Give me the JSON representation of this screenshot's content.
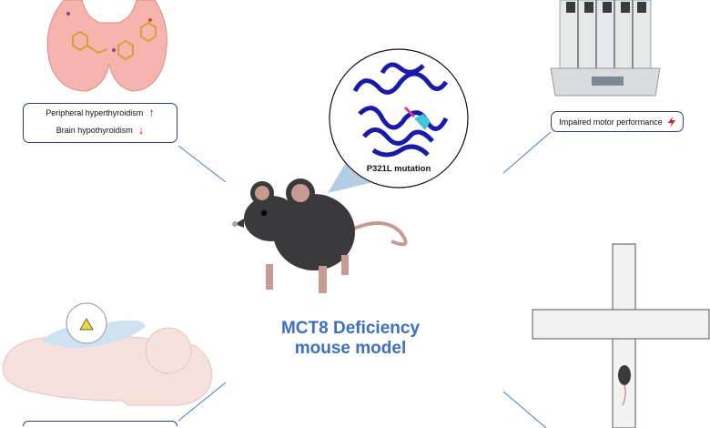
{
  "title": {
    "line1": "MCT8 Deficiency",
    "line2": "mouse model"
  },
  "protein": {
    "label": "P321L mutation"
  },
  "thyroid_box": {
    "items": [
      {
        "label": "Peripheral hyperthyroidism",
        "direction": "up",
        "symbol": "↑"
      },
      {
        "label": "Brain hypothyroidism",
        "direction": "down",
        "symbol": "↓"
      }
    ]
  },
  "motor_box": {
    "label": "Impaired motor performance",
    "icon": "lightning-icon"
  },
  "colors": {
    "title": "#3d6fc2",
    "arrow": "#e0141c",
    "box_border": "#2f3e78",
    "connector": "#4a7bc0"
  }
}
